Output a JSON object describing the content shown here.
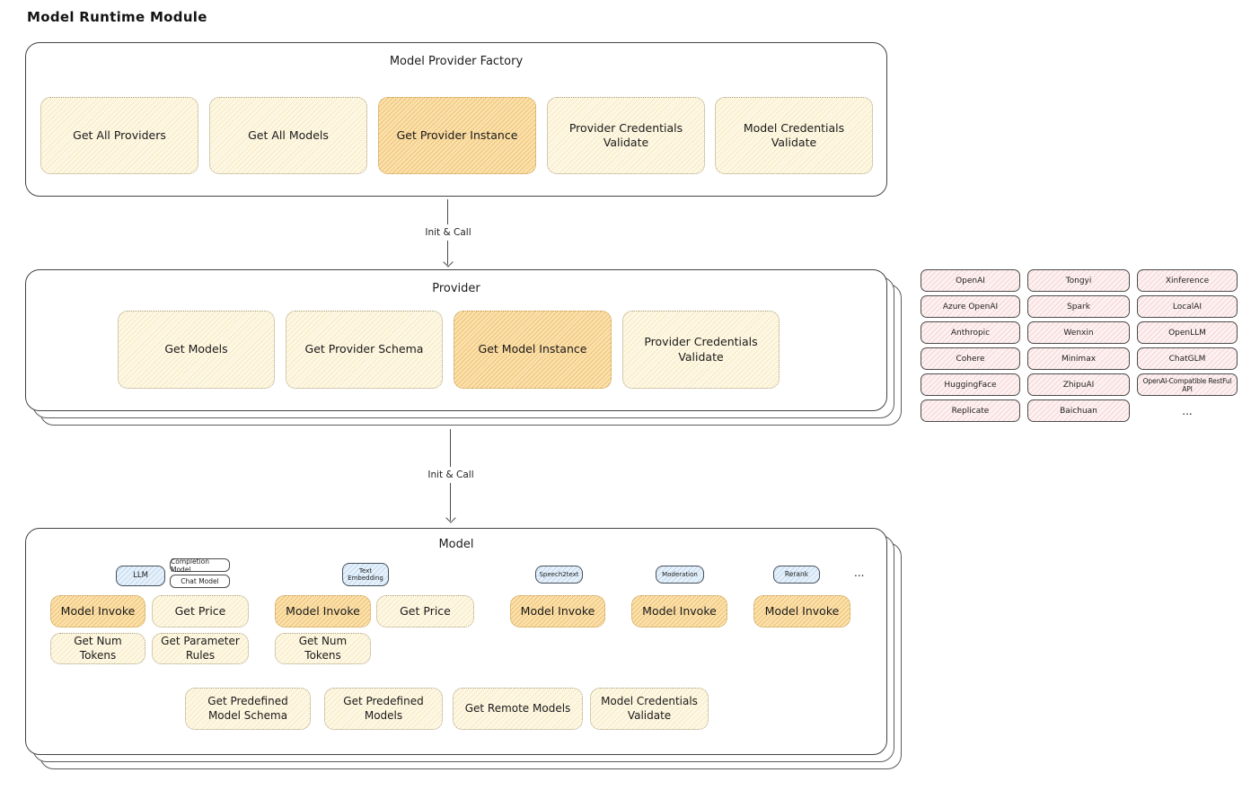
{
  "page": {
    "title": "Model Runtime Module"
  },
  "colors": {
    "highlight_orange": "#f4c983",
    "box_cream": "#fdf8e6",
    "provider_pink": "#fdf1f1",
    "model_type_blue": "#e6f1fb",
    "stroke_dark": "#434343"
  },
  "factory": {
    "title": "Model Provider Factory",
    "buttons": [
      {
        "label": "Get All Providers",
        "highlighted": false
      },
      {
        "label": "Get All Models",
        "highlighted": false
      },
      {
        "label": "Get Provider Instance",
        "highlighted": true
      },
      {
        "label": "Provider Credentials Validate",
        "highlighted": false
      },
      {
        "label": "Model Credentials Validate",
        "highlighted": false
      }
    ]
  },
  "arrows": {
    "label1": "Init & Call",
    "label2": "Init & Call"
  },
  "provider": {
    "title": "Provider",
    "buttons": [
      {
        "label": "Get Models",
        "highlighted": false
      },
      {
        "label": "Get Provider Schema",
        "highlighted": false
      },
      {
        "label": "Get Model Instance",
        "highlighted": true
      },
      {
        "label": "Provider Credentials Validate",
        "highlighted": false
      }
    ]
  },
  "providers_grid": {
    "items": [
      "OpenAI",
      "Tongyi",
      "Xinference",
      "Azure OpenAI",
      "Spark",
      "LocalAI",
      "Anthropic",
      "Wenxin",
      "OpenLLM",
      "Cohere",
      "Minimax",
      "ChatGLM",
      "HuggingFace",
      "ZhipuAI",
      "OpenAI-Compatible RestFul API",
      "Replicate",
      "Baichuan"
    ],
    "ellipsis": "..."
  },
  "model": {
    "title": "Model",
    "tabs": {
      "llm": "LLM",
      "completion_model": "Completion Model",
      "chat_model": "Chat Model",
      "text_embedding": "Text Embedding",
      "speech2text": "Speech2text",
      "moderation": "Moderation",
      "rerank": "Rerank",
      "ellipsis": "..."
    },
    "llm": {
      "invoke": "Model Invoke",
      "get_price": "Get Price",
      "get_num_tokens": "Get Num Tokens",
      "get_parameter_rules": "Get Parameter Rules"
    },
    "text_embedding": {
      "invoke": "Model Invoke",
      "get_price": "Get Price",
      "get_num_tokens": "Get Num Tokens"
    },
    "speech2text": {
      "invoke": "Model Invoke"
    },
    "moderation": {
      "invoke": "Model Invoke"
    },
    "rerank": {
      "invoke": "Model Invoke"
    },
    "common": {
      "get_predefined_model_schema": "Get Predefined Model Schema",
      "get_predefined_models": "Get Predefined Models",
      "get_remote_models": "Get Remote Models",
      "model_credentials_validate": "Model Credentials Validate"
    }
  }
}
